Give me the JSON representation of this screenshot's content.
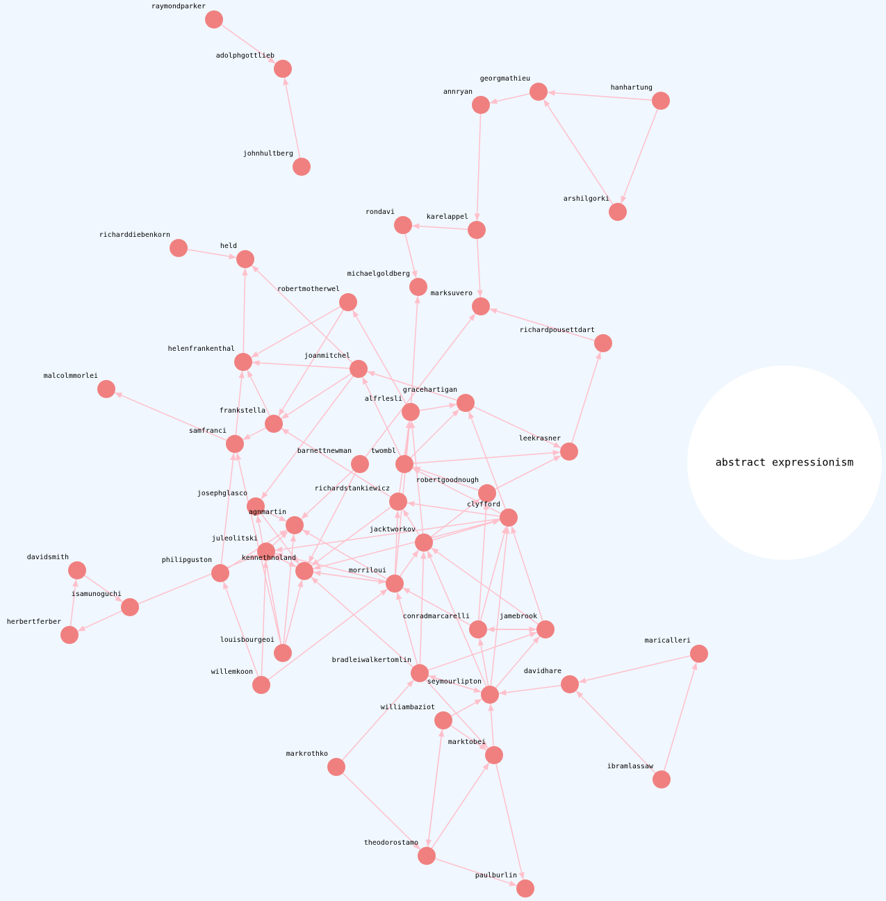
{
  "hub": {
    "label": "abstract expressionism"
  },
  "colors": {
    "background": "#f0f7fe",
    "node": "#f08080",
    "edge": "#ffc0cb",
    "hub": "#ffffff"
  },
  "nodes": [
    {
      "id": "raymondparker",
      "label": "raymondparker"
    },
    {
      "id": "adolphgottlieb",
      "label": "adolphgottlieb"
    },
    {
      "id": "johnhultberg",
      "label": "johnhultberg"
    },
    {
      "id": "georgmathieu",
      "label": "georgmathieu"
    },
    {
      "id": "annryan",
      "label": "annryan"
    },
    {
      "id": "hanhartung",
      "label": "hanhartung"
    },
    {
      "id": "arshilgorki",
      "label": "arshilgorki"
    },
    {
      "id": "rondavi",
      "label": "rondavi"
    },
    {
      "id": "karelappel",
      "label": "karelappel"
    },
    {
      "id": "richarddiebenkorn",
      "label": "richarddiebenkorn"
    },
    {
      "id": "held",
      "label": "held"
    },
    {
      "id": "michaelgoldberg",
      "label": "michaelgoldberg"
    },
    {
      "id": "marksuvero",
      "label": "marksuvero"
    },
    {
      "id": "robertmotherwel",
      "label": "robertmotherwel"
    },
    {
      "id": "richardpousettdart",
      "label": "richardpousettdart"
    },
    {
      "id": "helenfrankenthal",
      "label": "helenfrankenthal"
    },
    {
      "id": "joanmitchel",
      "label": "joanmitchel"
    },
    {
      "id": "malcolmmorlei",
      "label": "malcolmmorlei"
    },
    {
      "id": "gracehartigan",
      "label": "gracehartigan"
    },
    {
      "id": "alfrlesli",
      "label": "alfrlesli"
    },
    {
      "id": "frankstella",
      "label": "frankstella"
    },
    {
      "id": "samfranci",
      "label": "samfranci"
    },
    {
      "id": "leekrasner",
      "label": "leekrasner"
    },
    {
      "id": "barnettnewman",
      "label": "barnettnewman"
    },
    {
      "id": "twombl",
      "label": "twombl"
    },
    {
      "id": "robertgoodnough",
      "label": "robertgoodnough"
    },
    {
      "id": "richardstankiewicz",
      "label": "richardstankiewicz"
    },
    {
      "id": "josephglasco",
      "label": "josephglasco"
    },
    {
      "id": "clyfford",
      "label": "clyfford"
    },
    {
      "id": "agnmartin",
      "label": "agnmartin"
    },
    {
      "id": "jacktworkov",
      "label": "jacktworkov"
    },
    {
      "id": "juleolitski",
      "label": "juleolitski"
    },
    {
      "id": "davidsmith",
      "label": "davidsmith"
    },
    {
      "id": "philipguston",
      "label": "philipguston"
    },
    {
      "id": "kennethnoland",
      "label": "kennethnoland"
    },
    {
      "id": "morriloui",
      "label": "morriloui"
    },
    {
      "id": "isamunoguchi",
      "label": "isamunoguchi"
    },
    {
      "id": "herbertferber",
      "label": "herbertferber"
    },
    {
      "id": "conradmarcarelli",
      "label": "conradmarcarelli"
    },
    {
      "id": "jamebrook",
      "label": "jamebrook"
    },
    {
      "id": "louisbourgeoi",
      "label": "louisbourgeoi"
    },
    {
      "id": "maricalleri",
      "label": "maricalleri"
    },
    {
      "id": "bradleiwalkertomlin",
      "label": "bradleiwalkertomlin"
    },
    {
      "id": "davidhare",
      "label": "davidhare"
    },
    {
      "id": "willemkoon",
      "label": "willemkoon"
    },
    {
      "id": "seymourlipton",
      "label": "seymourlipton"
    },
    {
      "id": "williambaziot",
      "label": "williambaziot"
    },
    {
      "id": "marktobei",
      "label": "marktobei"
    },
    {
      "id": "markrothko",
      "label": "markrothko"
    },
    {
      "id": "ibramlassaw",
      "label": "ibramlassaw"
    },
    {
      "id": "theodorostamo",
      "label": "theodorostamo"
    },
    {
      "id": "paulburlin",
      "label": "paulburlin"
    }
  ],
  "edges": [
    [
      "raymondparker",
      "adolphgottlieb"
    ],
    [
      "johnhultberg",
      "adolphgottlieb"
    ],
    [
      "georgmathieu",
      "annryan"
    ],
    [
      "hanhartung",
      "georgmathieu"
    ],
    [
      "arshilgorki",
      "georgmathieu"
    ],
    [
      "hanhartung",
      "arshilgorki"
    ],
    [
      "annryan",
      "karelappel"
    ],
    [
      "karelappel",
      "rondavi"
    ],
    [
      "rondavi",
      "michaelgoldberg"
    ],
    [
      "karelappel",
      "marksuvero"
    ],
    [
      "richardpousettdart",
      "marksuvero"
    ],
    [
      "richarddiebenkorn",
      "held"
    ],
    [
      "helenfrankenthal",
      "held"
    ],
    [
      "joanmitchel",
      "held"
    ],
    [
      "robertmotherwel",
      "helenfrankenthal"
    ],
    [
      "robertmotherwel",
      "frankstella"
    ],
    [
      "joanmitchel",
      "helenfrankenthal"
    ],
    [
      "joanmitchel",
      "frankstella"
    ],
    [
      "samfranci",
      "helenfrankenthal"
    ],
    [
      "samfranci",
      "malcolmmorlei"
    ],
    [
      "frankstella",
      "samfranci"
    ],
    [
      "frankstella",
      "helenfrankenthal"
    ],
    [
      "gracehartigan",
      "joanmitchel"
    ],
    [
      "alfrlesli",
      "gracehartigan"
    ],
    [
      "alfrlesli",
      "robertmotherwel"
    ],
    [
      "alfrlesli",
      "michaelgoldberg"
    ],
    [
      "leekrasner",
      "richardpousettdart"
    ],
    [
      "gracehartigan",
      "leekrasner"
    ],
    [
      "barnettnewman",
      "marksuvero"
    ],
    [
      "twombl",
      "leekrasner"
    ],
    [
      "twombl",
      "joanmitchel"
    ],
    [
      "twombl",
      "alfrlesli"
    ],
    [
      "twombl",
      "gracehartigan"
    ],
    [
      "robertgoodnough",
      "twombl"
    ],
    [
      "robertgoodnough",
      "leekrasner"
    ],
    [
      "clyfford",
      "twombl"
    ],
    [
      "clyfford",
      "gracehartigan"
    ],
    [
      "richardstankiewicz",
      "frankstella"
    ],
    [
      "richardstankiewicz",
      "alfrlesli"
    ],
    [
      "clyfford",
      "richardstankiewicz"
    ],
    [
      "josephglasco",
      "agnmartin"
    ],
    [
      "josephglasco",
      "kennethnoland"
    ],
    [
      "joanmitchel",
      "josephglasco"
    ],
    [
      "barnettnewman",
      "agnmartin"
    ],
    [
      "barnettnewman",
      "kennethnoland"
    ],
    [
      "jacktworkov",
      "robertgoodnough"
    ],
    [
      "jacktworkov",
      "clyfford"
    ],
    [
      "jacktworkov",
      "alfrlesli"
    ],
    [
      "jacktworkov",
      "richardstankiewicz"
    ],
    [
      "juleolitski",
      "agnmartin"
    ],
    [
      "juleolitski",
      "kennethnoland"
    ],
    [
      "kennethnoland",
      "juleolitski"
    ],
    [
      "morriloui",
      "juleolitski"
    ],
    [
      "morriloui",
      "kennethnoland"
    ],
    [
      "morriloui",
      "agnmartin"
    ],
    [
      "morriloui",
      "alfrlesli"
    ],
    [
      "morriloui",
      "richardstankiewicz"
    ],
    [
      "morriloui",
      "jacktworkov"
    ],
    [
      "kennethnoland",
      "morriloui"
    ],
    [
      "richardstankiewicz",
      "kennethnoland"
    ],
    [
      "clyfford",
      "kennethnoland"
    ],
    [
      "clyfford",
      "juleolitski"
    ],
    [
      "philipguston",
      "samfranci"
    ],
    [
      "philipguston",
      "agnmartin"
    ],
    [
      "isamunoguchi",
      "juleolitski"
    ],
    [
      "davidsmith",
      "isamunoguchi"
    ],
    [
      "isamunoguchi",
      "herbertferber"
    ],
    [
      "herbertferber",
      "davidsmith"
    ],
    [
      "louisbourgeoi",
      "samfranci"
    ],
    [
      "louisbourgeoi",
      "josephglasco"
    ],
    [
      "louisbourgeoi",
      "kennethnoland"
    ],
    [
      "louisbourgeoi",
      "agnmartin"
    ],
    [
      "willemkoon",
      "philipguston"
    ],
    [
      "willemkoon",
      "morriloui"
    ],
    [
      "willemkoon",
      "juleolitski"
    ],
    [
      "conradmarcarelli",
      "morriloui"
    ],
    [
      "conradmarcarelli",
      "jamebrook"
    ],
    [
      "jamebrook",
      "conradmarcarelli"
    ],
    [
      "jamebrook",
      "jacktworkov"
    ],
    [
      "jamebrook",
      "clyfford"
    ],
    [
      "conradmarcarelli",
      "robertgoodnough"
    ],
    [
      "conradmarcarelli",
      "clyfford"
    ],
    [
      "bradleiwalkertomlin",
      "jamebrook"
    ],
    [
      "bradleiwalkertomlin",
      "morriloui"
    ],
    [
      "bradleiwalkertomlin",
      "jacktworkov"
    ],
    [
      "bradleiwalkertomlin",
      "kennethnoland"
    ],
    [
      "bradleiwalkertomlin",
      "seymourlipton"
    ],
    [
      "seymourlipton",
      "bradleiwalkertomlin"
    ],
    [
      "seymourlipton",
      "conradmarcarelli"
    ],
    [
      "seymourlipton",
      "clyfford"
    ],
    [
      "seymourlipton",
      "jamebrook"
    ],
    [
      "seymourlipton",
      "jacktworkov"
    ],
    [
      "davidhare",
      "seymourlipton"
    ],
    [
      "ibramlassaw",
      "davidhare"
    ],
    [
      "ibramlassaw",
      "maricalleri"
    ],
    [
      "maricalleri",
      "davidhare"
    ],
    [
      "williambaziot",
      "seymourlipton"
    ],
    [
      "williambaziot",
      "marktobei"
    ],
    [
      "bradleiwalkertomlin",
      "marktobei"
    ],
    [
      "marktobei",
      "seymourlipton"
    ],
    [
      "markrothko",
      "bradleiwalkertomlin"
    ],
    [
      "markrothko",
      "theodorostamo"
    ],
    [
      "williambaziot",
      "theodorostamo"
    ],
    [
      "theodorostamo",
      "williambaziot"
    ],
    [
      "theodorostamo",
      "marktobei"
    ],
    [
      "theodorostamo",
      "paulburlin"
    ],
    [
      "marktobei",
      "paulburlin"
    ]
  ]
}
